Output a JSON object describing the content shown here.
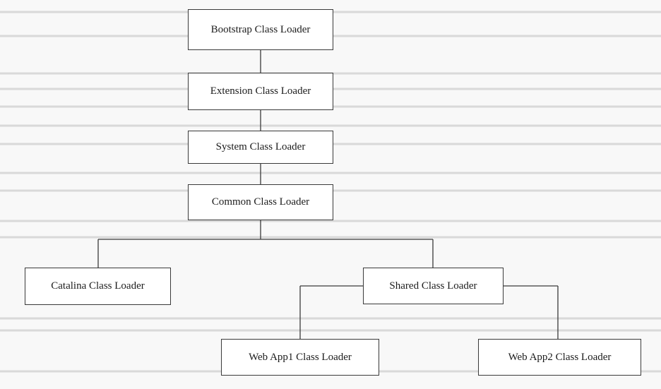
{
  "diagram": {
    "nodes": {
      "bootstrap": "Bootstrap Class Loader",
      "extension": "Extension Class Loader",
      "system": "System Class Loader",
      "common": "Common Class Loader",
      "catalina": "Catalina Class Loader",
      "shared": "Shared Class Loader",
      "webapp1": "Web App1 Class Loader",
      "webapp2": "Web App2 Class Loader"
    }
  }
}
